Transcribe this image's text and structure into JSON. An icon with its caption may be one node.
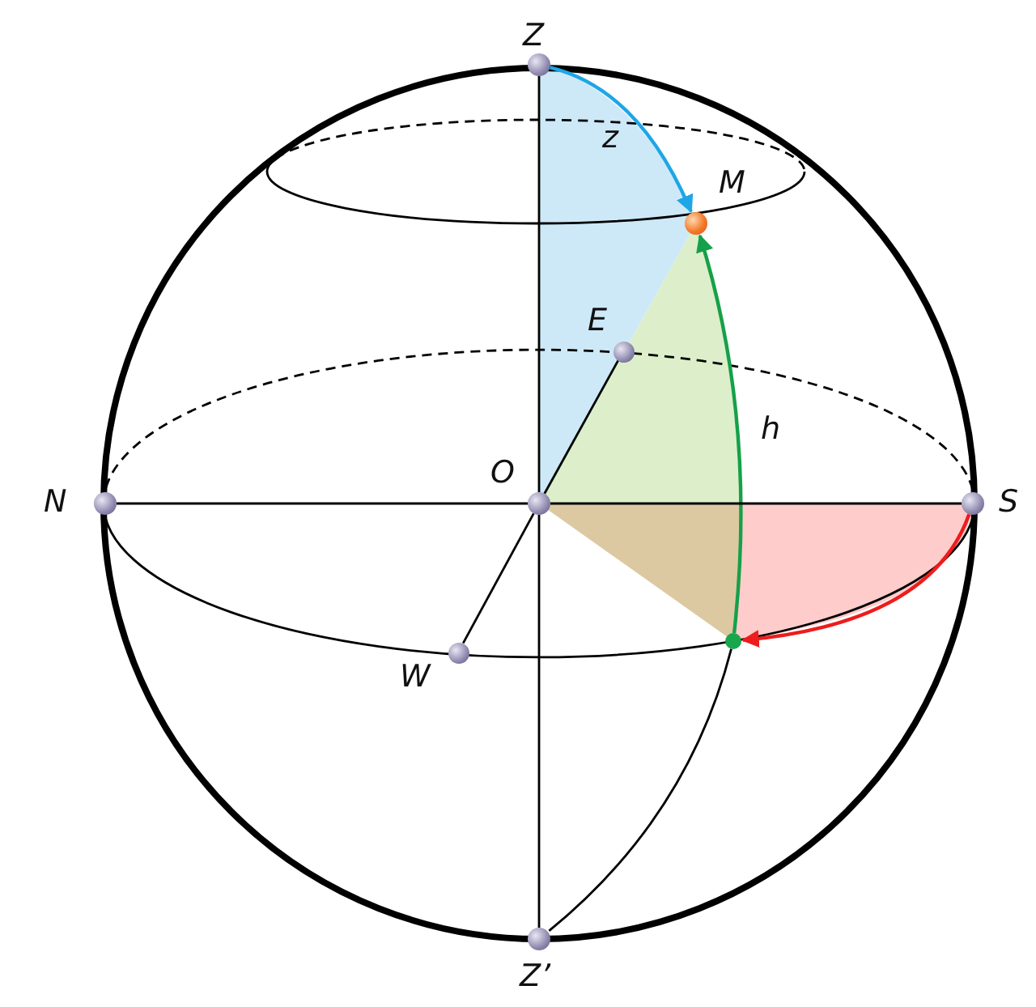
{
  "diagram": {
    "nodes": [
      {
        "text": [],
        "shape": "circle",
        "beside": [
          "Z"
        ]
      },
      {
        "text": [],
        "shape": "circle",
        "beside": [
          "M"
        ]
      },
      {
        "text": [],
        "shape": "circle",
        "beside": [
          "E"
        ]
      },
      {
        "text": [],
        "shape": "circle",
        "beside": [
          "N"
        ]
      },
      {
        "text": [],
        "shape": "circle",
        "beside": [
          "O"
        ]
      },
      {
        "text": [],
        "shape": "circle",
        "beside": [
          "S"
        ]
      },
      {
        "text": [],
        "shape": "circle",
        "beside": [
          "W"
        ]
      },
      {
        "text": [],
        "shape": "circle"
      },
      {
        "text": [],
        "shape": "circle",
        "beside": [
          "Z’"
        ]
      }
    ],
    "edges": [
      {
        "from": 0,
        "to": 1,
        "arrow": "to",
        "label": "z",
        "color": "#1ea6e6"
      },
      {
        "from": 7,
        "to": 1,
        "arrow": "to",
        "label": "h",
        "color": "#16a04a"
      },
      {
        "from": 5,
        "to": 7,
        "arrow": "to",
        "color": "#ee1c1c"
      },
      {
        "from": 3,
        "to": 4,
        "arrow": "none"
      },
      {
        "from": 4,
        "to": 5,
        "arrow": "none"
      },
      {
        "from": 0,
        "to": 4,
        "arrow": "none"
      },
      {
        "from": 4,
        "to": 8,
        "arrow": "none"
      },
      {
        "from": 4,
        "to": 2,
        "arrow": "none"
      },
      {
        "from": 4,
        "to": 6,
        "arrow": "none"
      },
      {
        "from": 7,
        "to": 8,
        "arrow": "none"
      }
    ]
  }
}
